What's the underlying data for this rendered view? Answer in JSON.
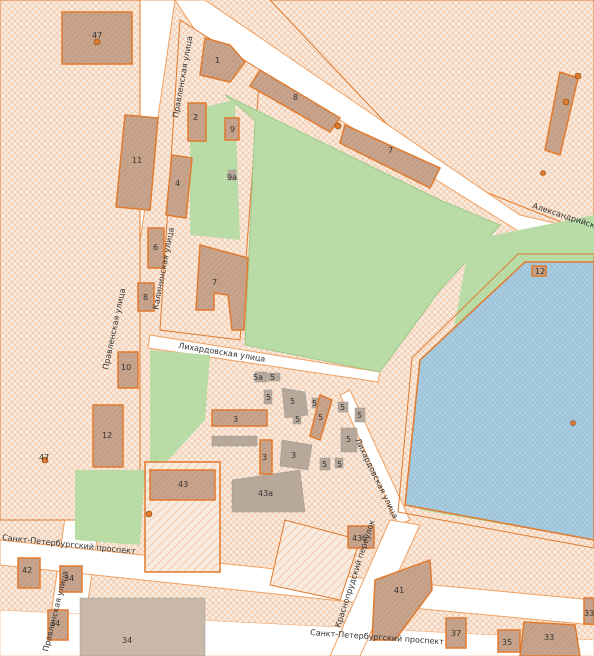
{
  "colors": {
    "background": "#f6efe6",
    "hatch": "#f1b38a",
    "plot_border": "#e07a2e",
    "road_fill": "#ffffff",
    "road_edge": "#f0a060",
    "building_fill": "#c9a48c",
    "building_dark": "#b8a89a",
    "park": "#b9dca7",
    "water": "#a9cce0",
    "water_border": "#e07a2e"
  },
  "streets": [
    {
      "name": "Правленская улица",
      "where": "top-left vertical"
    },
    {
      "name": "Правленская улица",
      "where": "left middle"
    },
    {
      "name": "Правленская улица",
      "where": "bottom-left"
    },
    {
      "name": "Калининская улица",
      "where": "center-left vertical"
    },
    {
      "name": "Лихардовская улица",
      "where": "horizontal center"
    },
    {
      "name": "Лихардовская улица",
      "where": "diagonal lower center"
    },
    {
      "name": "Александрийское ш",
      "where": "top-right diagonal"
    },
    {
      "name": "Санкт-Петербургский проспект",
      "where": "bottom-left"
    },
    {
      "name": "Санкт-Петербургский проспект",
      "where": "bottom-center"
    },
    {
      "name": "Краснопрудский переулок",
      "where": "bottom diagonal"
    }
  ],
  "house_numbers": {
    "n47a": "47",
    "n1": "1",
    "n8": "8",
    "n2": "2",
    "n9": "9",
    "n9a": "9а",
    "n7a": "7",
    "n11": "11",
    "n4": "4",
    "n6": "6",
    "n7b": "7",
    "n8b": "8",
    "n12r": "12",
    "n10": "10",
    "n12": "12",
    "n47b": "47",
    "n5a": "5а",
    "n5_1": "5",
    "n5_2": "5",
    "n5_3": "5",
    "n5_4": "5",
    "n5_5": "5",
    "n5_6": "5",
    "n5_7": "5",
    "n5_8": "5",
    "n5_9": "5",
    "n5_10": "5",
    "n5_11": "5",
    "n3a": "3",
    "n3b": "3",
    "n3c": "3",
    "n43": "43",
    "n43a": "43а",
    "n436": "43б",
    "n42": "42",
    "n34a": "34",
    "n34b": "34",
    "n34c": "34",
    "n41": "41",
    "n37": "37",
    "n35": "35",
    "n33": "33",
    "n33b": "33"
  }
}
